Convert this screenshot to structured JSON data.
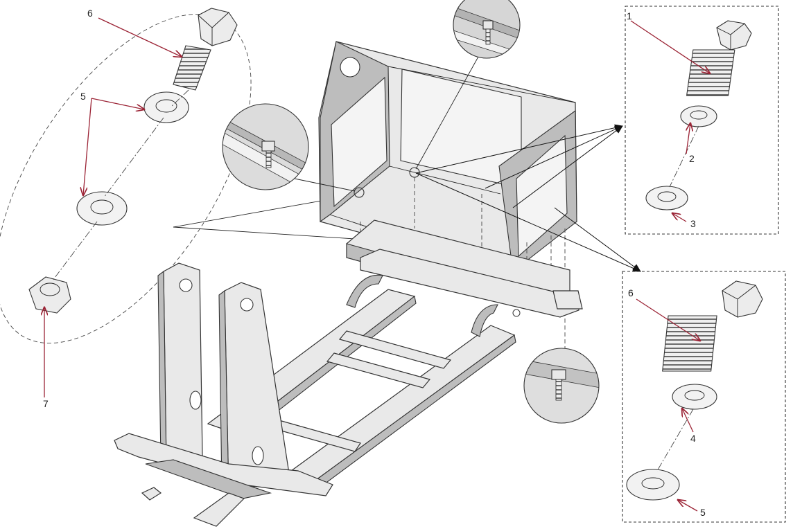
{
  "callouts": {
    "left_group": {
      "bolt": "6",
      "washers": "5",
      "nut": "7"
    },
    "box_top": {
      "bolt": "1",
      "lock_washer": "2",
      "flat_washer": "3"
    },
    "box_bottom": {
      "bolt": "6",
      "lock_washer": "4",
      "flat_washer": "5"
    }
  },
  "colors": {
    "leader_line": "#9b2335",
    "line_art": "#333333",
    "background": "#ffffff"
  }
}
